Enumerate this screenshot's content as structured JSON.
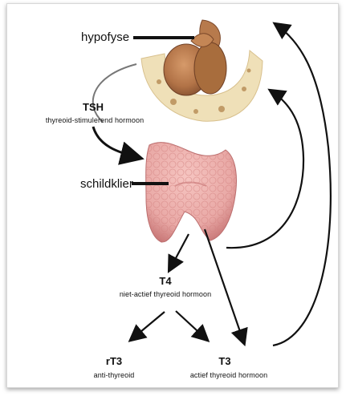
{
  "labels": {
    "pituitary": "hypofyse",
    "tsh_title": "TSH",
    "tsh_desc": "thyreoid-stimulerend hormoon",
    "thyroid": "schildklier",
    "t4_title": "T4",
    "t4_desc": "niet-actief thyreoid hormoon",
    "rt3_title": "rT3",
    "rt3_desc": "anti-thyreoid",
    "t3_title": "T3",
    "t3_desc": "actief thyreoid hormoon"
  },
  "colors": {
    "line": "#111111",
    "thyroid_fill": "#e9a9a6",
    "thyroid_dark": "#c9706f",
    "pituitary_fill": "#b77a4c",
    "bone_fill": "#efe0b8"
  }
}
